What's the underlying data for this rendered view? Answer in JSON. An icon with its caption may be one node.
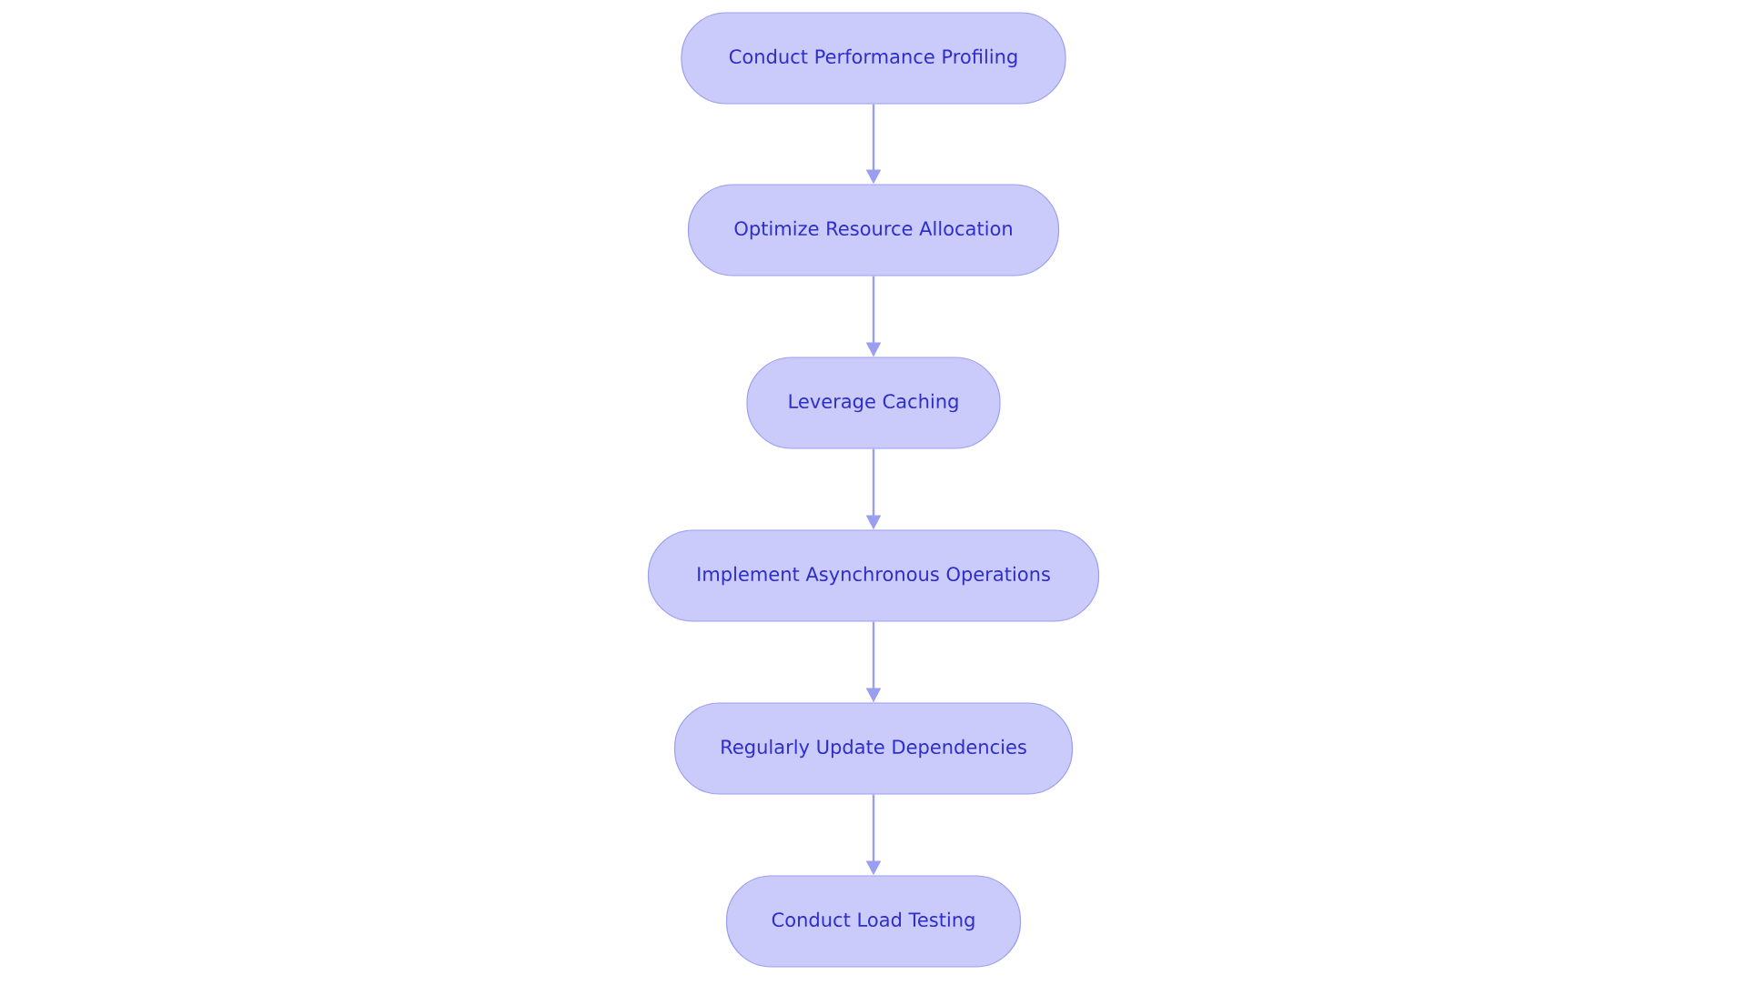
{
  "diagram": {
    "nodes": [
      {
        "text": [
          "Conduct Performance Profiling"
        ]
      },
      {
        "text": [
          "Optimize Resource Allocation"
        ]
      },
      {
        "text": [
          "Leverage Caching"
        ]
      },
      {
        "text": [
          "Implement Asynchronous Operations"
        ]
      },
      {
        "text": [
          "Regularly Update Dependencies"
        ]
      },
      {
        "text": [
          "Conduct Load Testing"
        ]
      }
    ],
    "edges": [
      {
        "from": 0,
        "to": 1,
        "arrow": "to"
      },
      {
        "from": 1,
        "to": 2,
        "arrow": "to"
      },
      {
        "from": 2,
        "to": 3,
        "arrow": "to"
      },
      {
        "from": 3,
        "to": 4,
        "arrow": "to"
      },
      {
        "from": 4,
        "to": 5,
        "arrow": "to"
      }
    ]
  }
}
